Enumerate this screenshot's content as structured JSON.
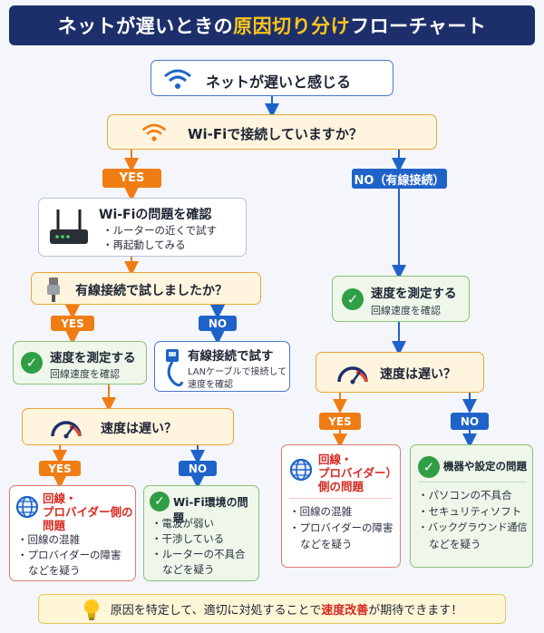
{
  "title": {
    "prefix": "ネットが遅いときの",
    "highlight": "原因切り分け",
    "suffix": "フローチャート"
  },
  "start": {
    "label": "ネットが遅いと感じる"
  },
  "q_wifi": {
    "label": "Wi-Fiで接続していますか？"
  },
  "branch_yes_1": "YES",
  "branch_no_1": "NO（有線接続）",
  "wifi_check": {
    "title": "Wi-Fiの問題を確認",
    "items": [
      "・ルーターの近くで試す",
      "・再起動してみる"
    ]
  },
  "q_wired": {
    "label": "有線接続で試しましたか？"
  },
  "branch_yes_2": "YES",
  "branch_no_2": "NO",
  "measure_left": {
    "title": "速度を測定する",
    "sub": "回線速度を確認"
  },
  "try_wired": {
    "title": "有線接続で試す",
    "sub1": "LANケーブルで接続して",
    "sub2": "速度を確認"
  },
  "q_slow_left": {
    "label": "速度は遅い？"
  },
  "branch_yes_3": "YES",
  "branch_no_3": "NO",
  "isp_left": {
    "title1": "回線・",
    "title2": "プロバイダー側の",
    "title3": "問題",
    "items": [
      "・回線の混雑",
      "・プロバイダーの障害",
      "などを疑う"
    ]
  },
  "wifi_env": {
    "title": "Wi-Fi環境の問題",
    "items": [
      "・電波が弱い",
      "・干渉している",
      "・ルーターの不具合",
      "などを疑う"
    ]
  },
  "measure_right": {
    "title": "速度を測定する",
    "sub": "回線速度を確認"
  },
  "q_slow_right": {
    "label": "速度は遅い？"
  },
  "branch_yes_4": "YES",
  "branch_no_4": "NO",
  "isp_right": {
    "title1": "回線・",
    "title2": "プロバイダー）",
    "title3": "側の問題",
    "items": [
      "・回線の混雑",
      "・プロバイダーの障害",
      "などを疑う"
    ]
  },
  "device_issue": {
    "title": "機器や設定の問題",
    "items": [
      "・パソコンの不具合",
      "・セキュリティソフト",
      "・バックグラウンド通信",
      "などを疑う"
    ]
  },
  "footer": {
    "prefix": "原因を特定して、適切に対処することで",
    "highlight": "速度改善",
    "suffix": "が期待できます！"
  },
  "colors": {
    "navy": "#1d2f6b",
    "orange": "#f07d13",
    "blue": "#1f63c9",
    "green": "#2f9e44",
    "red": "#d62a22",
    "yellow": "#ffc61a"
  }
}
